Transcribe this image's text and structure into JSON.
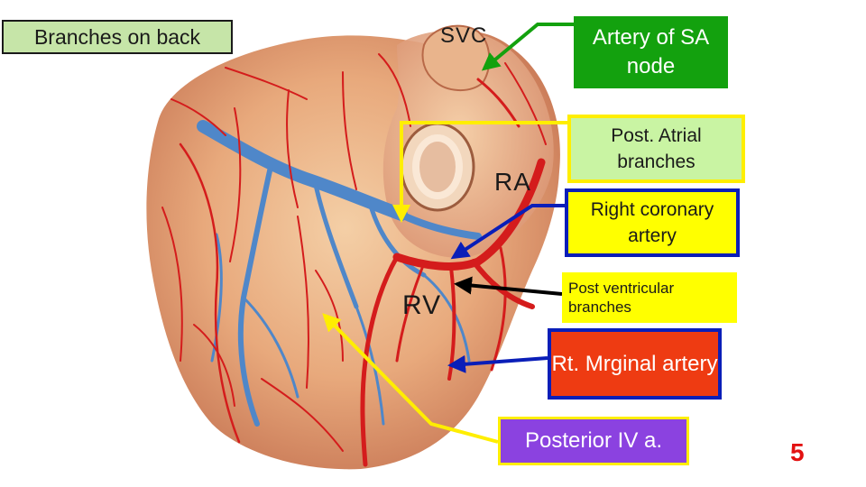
{
  "title": "Branches on back",
  "labels": {
    "svc": "SVC",
    "ra": "RA",
    "rv": "RV"
  },
  "callouts": {
    "sa_node": "Artery of SA node",
    "post_atrial": "Post. Atrial branches",
    "right_coronary": "Right coronary artery",
    "post_ventricular": "Post ventricular branches",
    "right_marginal": "Rt. Mrginal artery",
    "posterior_iv": "Posterior IV a."
  },
  "page_number": "5",
  "colors": {
    "title_bg": "#c6e5a8",
    "sa_node_bg": "#13a10e",
    "post_atrial_bg": "#c9f4a3",
    "post_atrial_border": "#ffee00",
    "right_coronary_bg": "#ffff00",
    "right_coronary_border": "#0a1eb8",
    "post_ventricular_bg": "#ffff00",
    "right_marginal_bg": "#ee3b12",
    "posterior_iv_bg": "#8b42e0",
    "page_number": "#e31111",
    "arrow_green": "#13a10e",
    "arrow_yellow": "#ffee00",
    "arrow_blue": "#0a1eb8",
    "arrow_black": "#000000"
  }
}
